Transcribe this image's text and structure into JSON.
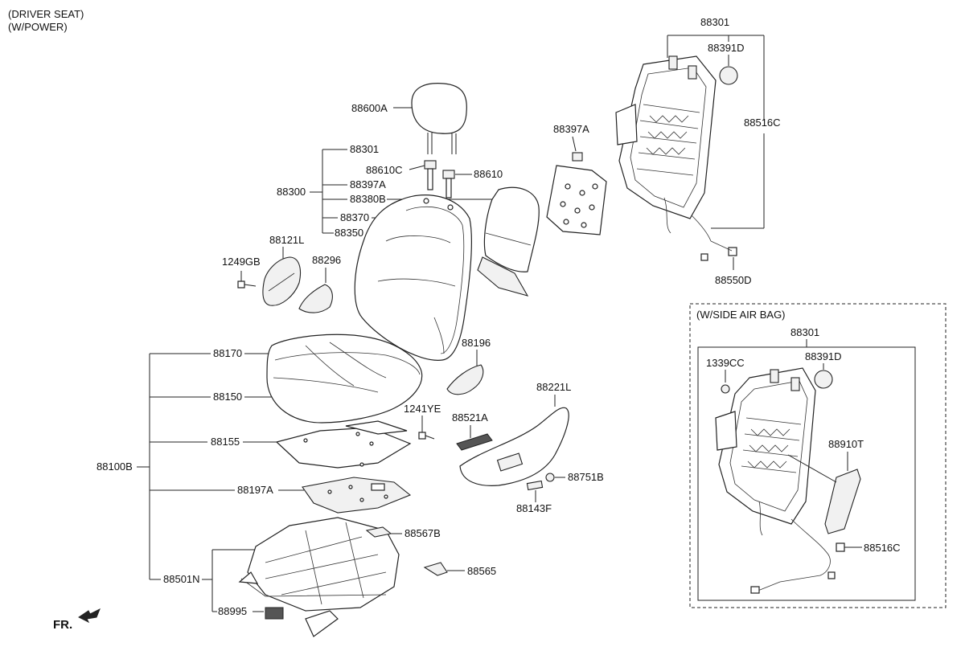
{
  "header": {
    "line1": "(DRIVER SEAT)",
    "line2": "(W/POWER)"
  },
  "airbag_box": {
    "title": "(W/SIDE AIR BAG)"
  },
  "front_indicator": "FR.",
  "labels": {
    "p88301_top": "88301",
    "p88391D_top": "88391D",
    "p88516C_top": "88516C",
    "p88397A_right": "88397A",
    "p88550D": "88550D",
    "p88600A": "88600A",
    "p88301_group": "88301",
    "p88610C": "88610C",
    "p88610": "88610",
    "p88397A_group": "88397A",
    "p88300": "88300",
    "p88380B": "88380B",
    "p88370": "88370",
    "p88350": "88350",
    "p88121L": "88121L",
    "p1249GB": "1249GB",
    "p88296": "88296",
    "p88170": "88170",
    "p88196": "88196",
    "p88150": "88150",
    "p88221L": "88221L",
    "p1241YE": "1241YE",
    "p88521A": "88521A",
    "p88155": "88155",
    "p88100B": "88100B",
    "p88751B": "88751B",
    "p88197A": "88197A",
    "p88143F": "88143F",
    "p88567B": "88567B",
    "p88565": "88565",
    "p88501N": "88501N",
    "p88995": "88995",
    "p88301_airbag": "88301",
    "p1339CC": "1339CC",
    "p88391D_airbag": "88391D",
    "p88910T": "88910T",
    "p88516C_airbag": "88516C"
  }
}
